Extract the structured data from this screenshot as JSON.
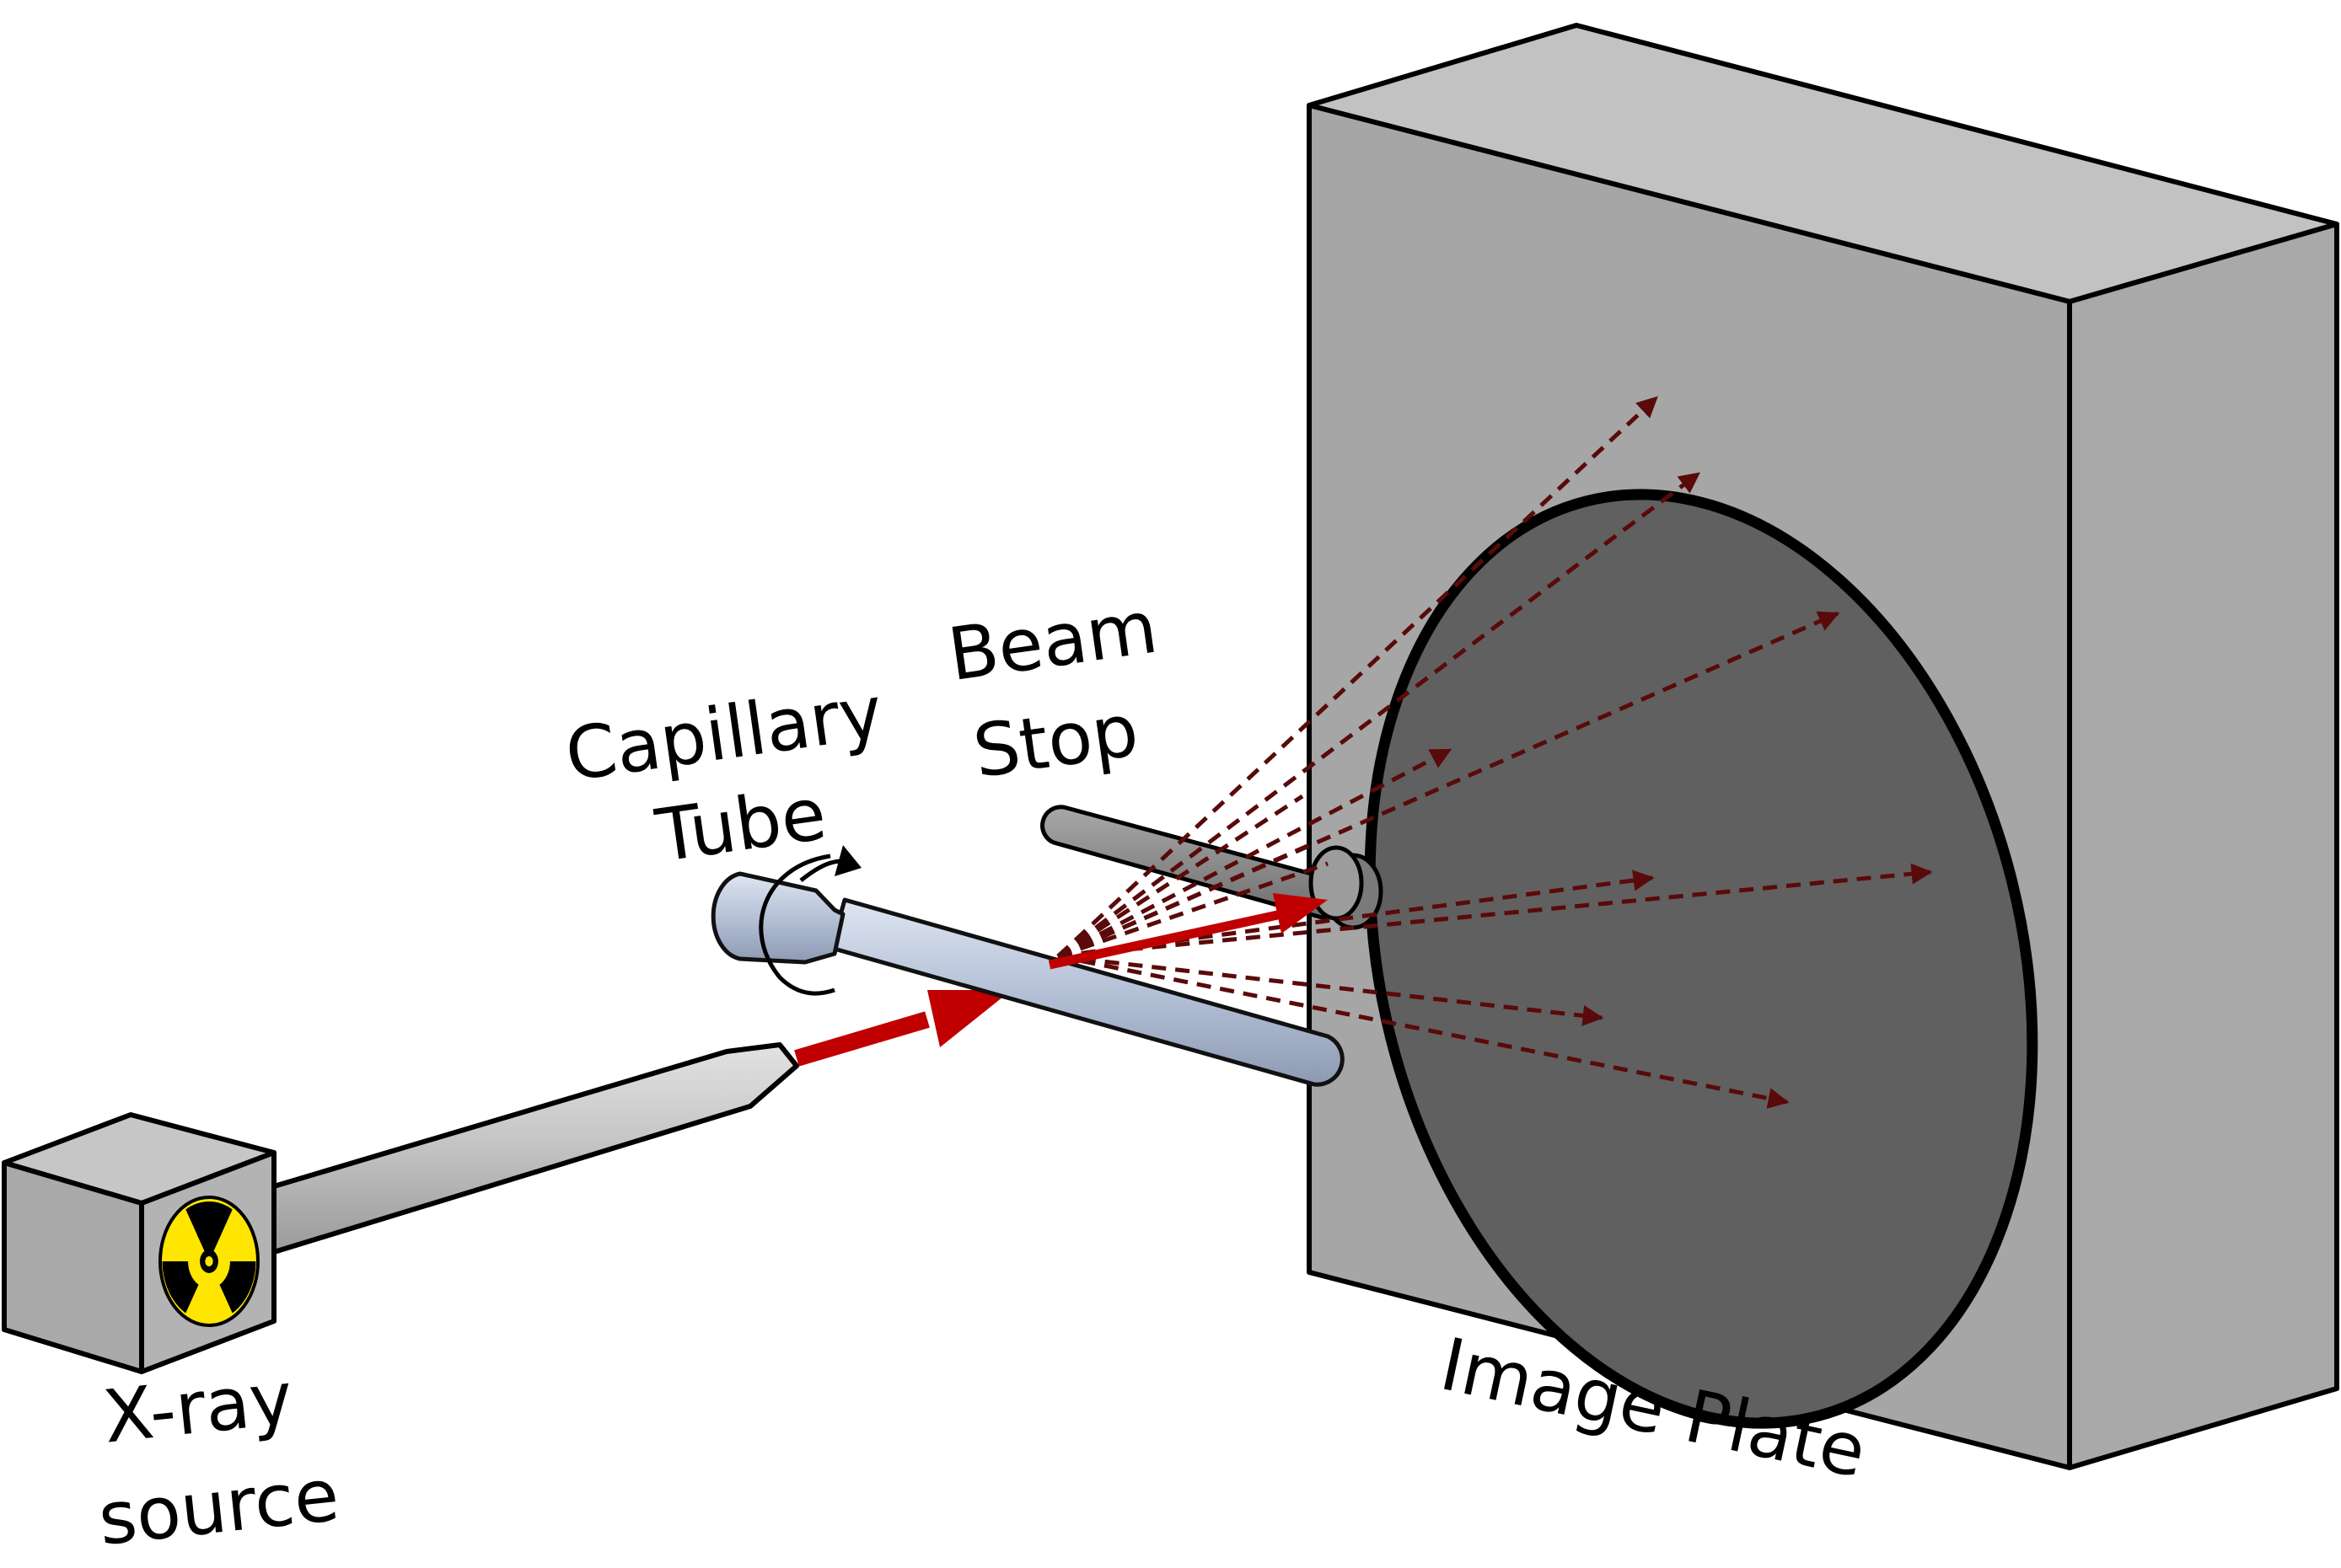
{
  "labels": {
    "xray_line1": "X-ray",
    "xray_line2": "source",
    "capillary_line1": "Capillary",
    "capillary_line2": "Tube",
    "beamstop_line1": "Beam",
    "beamstop_line2": "Stop",
    "image_plate": "Image Plate"
  },
  "colors": {
    "incident_beam": "#c00000",
    "diffracted_beam": "#5a0a0a",
    "plate_front": "#a6a6a6",
    "plate_top": "#c2c2c2",
    "plate_side": "#a9a9a9",
    "detector_disc": "#606060",
    "radiation_symbol_bg": "#ffe600",
    "capillary_tube": "#b4c0d6"
  },
  "icons": {
    "source_symbol": "radiation-trefoil-icon",
    "rotation": "rotation-arrow-icon"
  }
}
